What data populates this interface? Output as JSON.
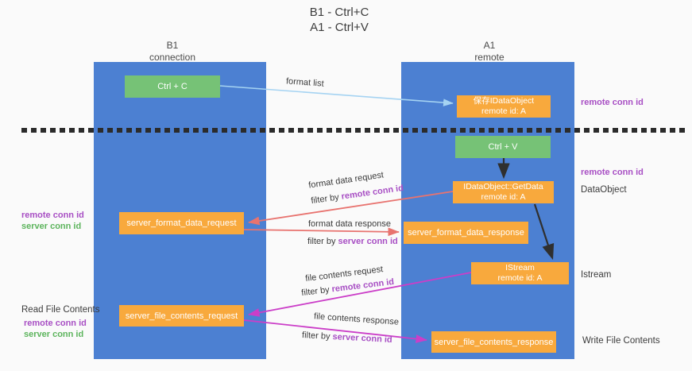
{
  "title": {
    "line1": "B1 - Ctrl+C",
    "line2": "A1 - Ctrl+V"
  },
  "columns": {
    "b1": {
      "name": "B1",
      "subtitle": "connection"
    },
    "a1": {
      "name": "A1",
      "subtitle": "remote"
    }
  },
  "boxes": {
    "ctrl_c": {
      "label": "Ctrl + C"
    },
    "save_idataobject": {
      "label": "保存IDataObject",
      "sublabel": "remote id: A"
    },
    "ctrl_v": {
      "label": "Ctrl + V"
    },
    "getdata": {
      "label": "IDataObject::GetData",
      "sublabel": "remote id: A"
    },
    "format_request": {
      "label": "server_format_data_request"
    },
    "format_response": {
      "label": "server_format_data_response"
    },
    "istream": {
      "label": "IStream",
      "sublabel": "remote id: A"
    },
    "file_request": {
      "label": "server_file_contents_request"
    },
    "file_response": {
      "label": "server_file_contents_response"
    }
  },
  "arrow_labels": {
    "format_list": "format list",
    "format_data_request": "format data request",
    "format_data_response": "format data response",
    "file_contents_request": "file contents request",
    "file_contents_response": "file contents response",
    "filter_by": "filter by",
    "remote_conn_id": "remote conn id",
    "server_conn_id": "server conn id"
  },
  "side_labels": {
    "remote_conn_id": "remote conn id",
    "server_conn_id": "server conn id",
    "dataobject": "DataObject",
    "istream": "Istream",
    "read_file_contents": "Read File Contents",
    "write_file_contents": "Write File Contents"
  },
  "colors": {
    "column_blue": "#4c80d2",
    "box_green": "#76c276",
    "box_orange": "#f8a93d",
    "arrow_lightblue": "#a5d3f2",
    "arrow_red": "#e8736f",
    "arrow_magenta": "#cb3ec8",
    "arrow_black": "#2f2f2f",
    "dashed_line": "#2b2b2b",
    "text_purple": "#a84fc4",
    "text_green": "#5cb45c"
  }
}
